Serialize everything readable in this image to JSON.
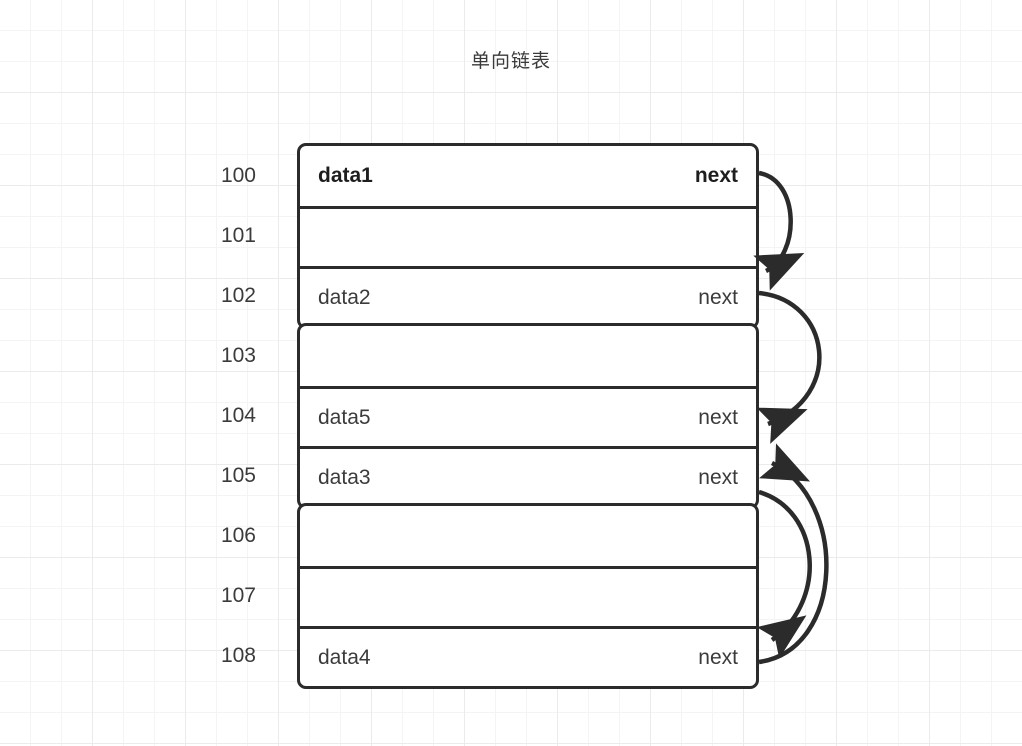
{
  "diagram": {
    "title": "单向链表",
    "address_labels": [
      "100",
      "101",
      "102",
      "103",
      "104",
      "105",
      "106",
      "107",
      "108"
    ],
    "pointer_label": "next",
    "groups": [
      {
        "name": "group-100-102",
        "cells": [
          {
            "address": "100",
            "data": "data1",
            "pointer": "next",
            "bold": true,
            "empty": false
          },
          {
            "address": "101",
            "data": "",
            "pointer": "",
            "bold": false,
            "empty": true
          },
          {
            "address": "102",
            "data": "data2",
            "pointer": "next",
            "bold": false,
            "empty": false
          }
        ]
      },
      {
        "name": "group-103-105",
        "cells": [
          {
            "address": "103",
            "data": "",
            "pointer": "",
            "bold": false,
            "empty": true
          },
          {
            "address": "104",
            "data": "data5",
            "pointer": "next",
            "bold": false,
            "empty": false
          },
          {
            "address": "105",
            "data": "data3",
            "pointer": "next",
            "bold": false,
            "empty": false
          }
        ]
      },
      {
        "name": "group-106-108",
        "cells": [
          {
            "address": "106",
            "data": "",
            "pointer": "",
            "bold": false,
            "empty": true
          },
          {
            "address": "107",
            "data": "",
            "pointer": "",
            "bold": false,
            "empty": true
          },
          {
            "address": "108",
            "data": "data4",
            "pointer": "next",
            "bold": false,
            "empty": false
          }
        ]
      }
    ],
    "links": [
      {
        "name": "link-data1-to-data2",
        "from_address": "100",
        "from_node": "data1",
        "to_address": "102",
        "to_node": "data2"
      },
      {
        "name": "link-data2-to-data5",
        "from_address": "102",
        "from_node": "data2",
        "to_address": "104",
        "to_node": "data5"
      },
      {
        "name": "link-data3-to-data4",
        "from_address": "105",
        "from_node": "data3",
        "to_address": "108",
        "to_node": "data4"
      },
      {
        "name": "link-data4-to-data3",
        "from_address": "108",
        "from_node": "data4",
        "to_address": "105",
        "to_node": "data3"
      }
    ],
    "colors": {
      "stroke": "#2b2b2b",
      "text": "#3b3b3b",
      "background": "#ffffff",
      "grid_minor": "#f4f4f4",
      "grid_major": "#ebebeb"
    }
  }
}
